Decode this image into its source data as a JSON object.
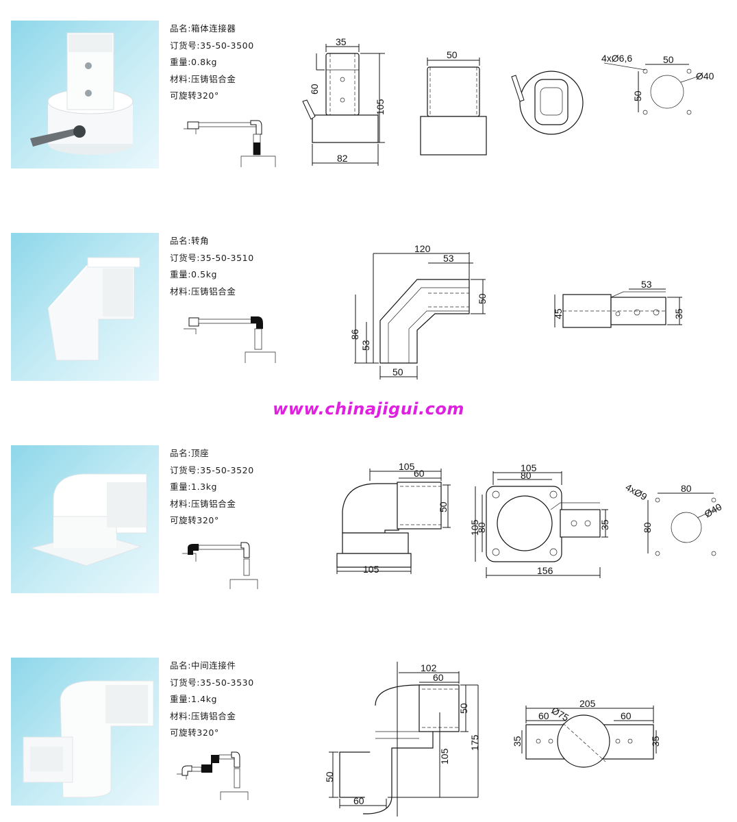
{
  "products": [
    {
      "name": "品名:箱体连接器",
      "order_no": "订货号:35-50-3500",
      "weight": "重量:0.8kg",
      "material": "材料:压铸铝合金",
      "rotation": "可旋转320°",
      "dims": {
        "a": "35",
        "b": "60",
        "c": "105",
        "d": "82",
        "e": "50",
        "f": "4xØ6,6",
        "g": "50",
        "h": "50",
        "i": "Ø40"
      }
    },
    {
      "name": "品名:转角",
      "order_no": "订货号:35-50-3510",
      "weight": "重量:0.5kg",
      "material": "材料:压铸铝合金",
      "dims": {
        "a": "120",
        "b": "53",
        "c": "50",
        "d": "86",
        "e": "53",
        "f": "50",
        "g": "53",
        "h": "45",
        "i": "35"
      }
    },
    {
      "name": "品名:顶座",
      "order_no": "订货号:35-50-3520",
      "weight": "重量:1.3kg",
      "material": "材料:压铸铝合金",
      "rotation": "可旋转320°",
      "dims": {
        "a": "105",
        "b": "60",
        "c": "50",
        "d": "105",
        "e": "105",
        "f": "80",
        "g": "105",
        "h": "80",
        "i": "35",
        "j": "156",
        "k": "4xØ9",
        "l": "80",
        "m": "80",
        "n": "Ø40"
      }
    },
    {
      "name": "品名:中间连接件",
      "order_no": "订货号:35-50-3530",
      "weight": "重量:1.4kg",
      "material": "材料:压铸铝合金",
      "rotation": "可旋转320°",
      "dims": {
        "a": "102",
        "b": "60",
        "c": "50",
        "d": "175",
        "e": "105",
        "f": "50",
        "g": "60",
        "h": "Ø75",
        "i": "205",
        "j": "60",
        "k": "60",
        "l": "35",
        "m": "35"
      }
    }
  ],
  "watermark": "www.chinajigui.com"
}
